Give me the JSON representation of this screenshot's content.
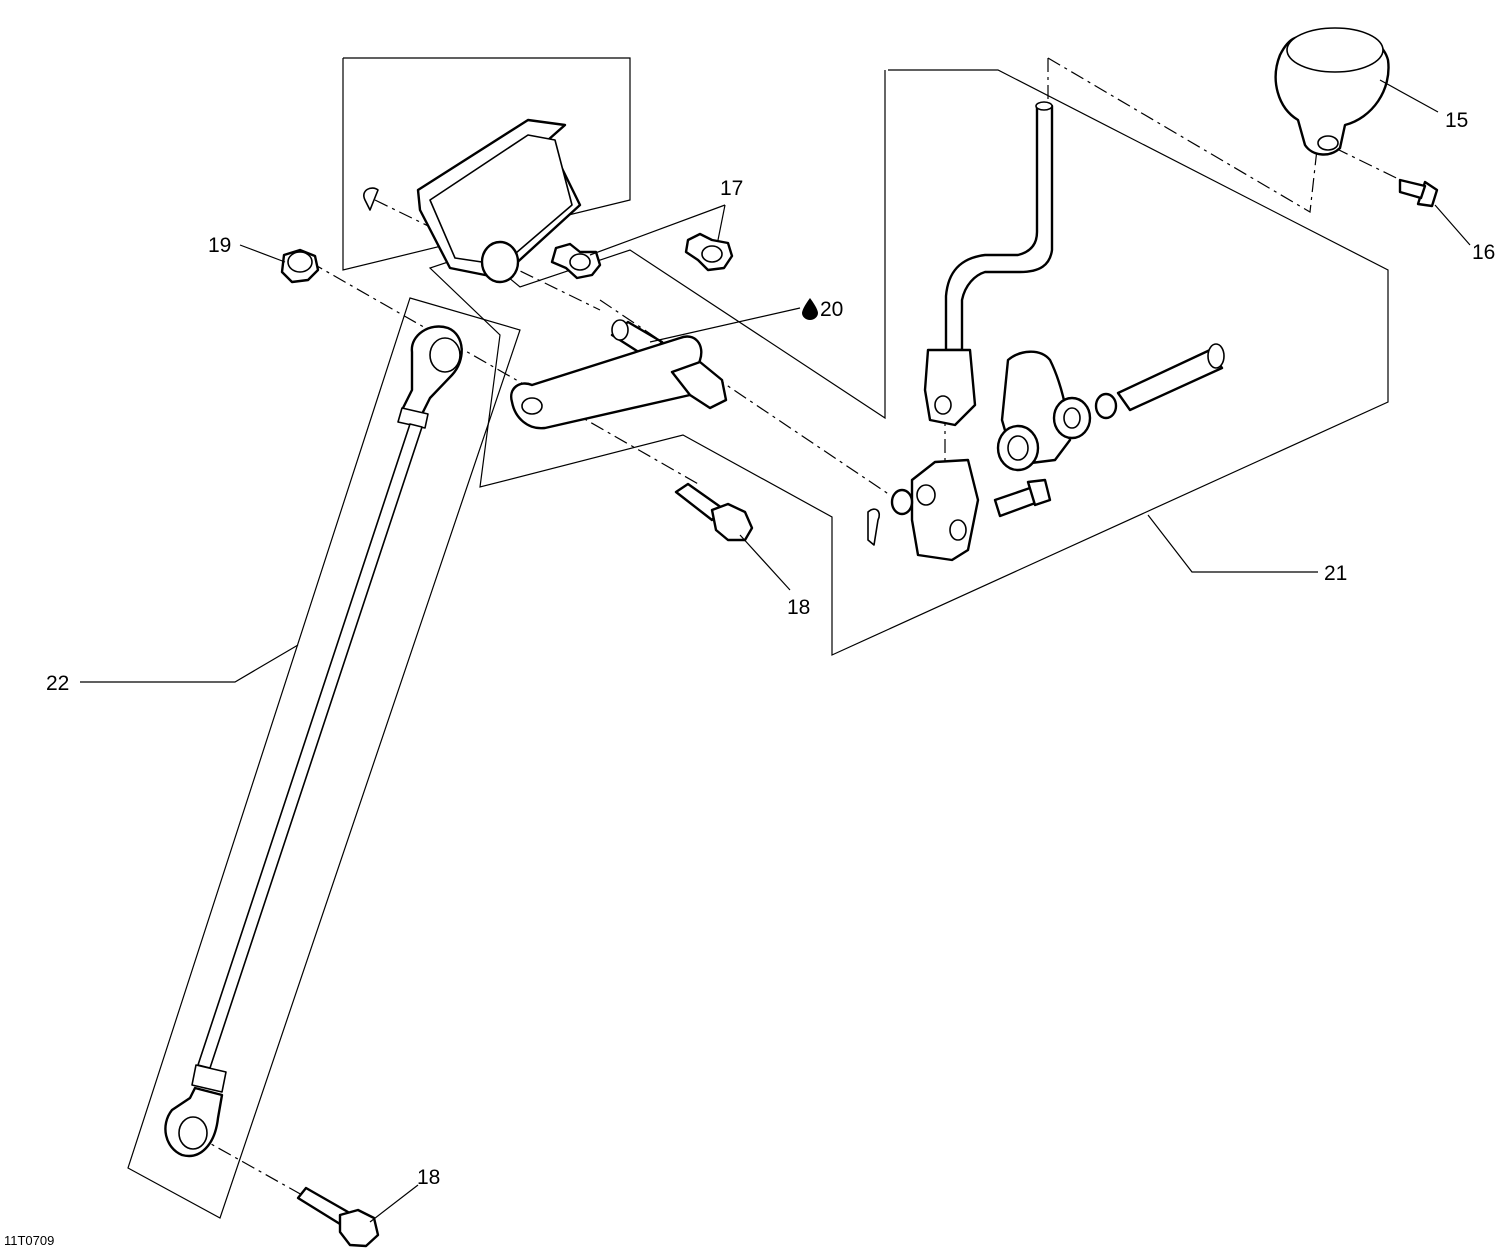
{
  "diagram": {
    "drawing_code": "11T0709",
    "callouts": {
      "c15": "15",
      "c16": "16",
      "c17": "17",
      "c18a": "18",
      "c18b": "18",
      "c19": "19",
      "c20": "20",
      "c21": "21",
      "c22": "22"
    },
    "icons": {
      "lubricant": "oil-drop-icon"
    }
  }
}
